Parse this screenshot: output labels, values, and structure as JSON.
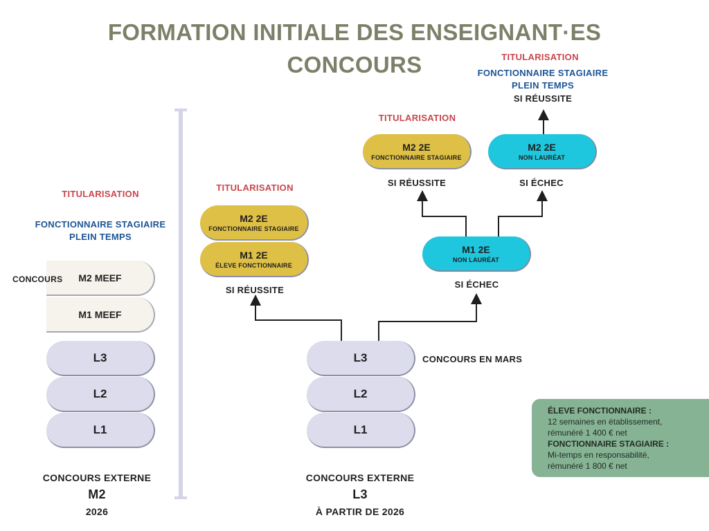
{
  "header": {
    "title_line1": "FORMATION INITIALE DES ENSEIGNANT·ES",
    "title_line2": "CONCOURS"
  },
  "left_path": {
    "titularisation": "TITULARISATION",
    "status_line1": "FONCTIONNAIRE STAGIAIRE",
    "status_line2": "PLEIN TEMPS",
    "concours_label": "CONCOURS",
    "m2": "M2 MEEF",
    "m1": "M1 MEEF",
    "l3": "L3",
    "l2": "L2",
    "l1": "L1",
    "caption_line1": "CONCOURS EXTERNE",
    "caption_line2": "M2",
    "caption_line3": "2026"
  },
  "right_path": {
    "l3": "L3",
    "l2": "L2",
    "l1": "L1",
    "concours_note": "CONCOURS EN MARS",
    "caption_line1": "CONCOURS EXTERNE",
    "caption_line2": "L3",
    "caption_line3": "À PARTIR DE 2026",
    "success_branch": {
      "titularisation": "TITULARISATION",
      "m2": "M2 2E",
      "m2_sub": "FONCTIONNAIRE STAGIAIRE",
      "m1": "M1 2E",
      "m1_sub": "ÉLEVE FONCTIONNAIRE",
      "condition": "SI RÉUSSITE"
    },
    "failure_branch": {
      "m1": "M1 2E",
      "m1_sub": "NON LAURÉAT",
      "condition": "SI ÉCHEC",
      "success": {
        "titularisation": "TITULARISATION",
        "m2": "M2 2E",
        "m2_sub": "FONCTIONNAIRE STAGIAIRE",
        "condition": "SI RÉUSSITE"
      },
      "failure": {
        "m2": "M2 2E",
        "m2_sub": "NON LAURÉAT",
        "condition": "SI ÉCHEC",
        "titularisation": "TITULARISATION",
        "status_line1": "FONCTIONNAIRE STAGIAIRE",
        "status_line2": "PLEIN TEMPS",
        "condition_top": "SI RÉUSSITE"
      }
    }
  },
  "legend": {
    "eleve_heading": "ÉLEVE FONCTIONNAIRE :",
    "eleve_line1": "12 semaines en établissement,",
    "eleve_line2": "rémunéré 1 400 € net",
    "stagiaire_heading": "FONCTIONNAIRE STAGIAIRE :",
    "stagiaire_line1": "Mi-temps en responsabilité,",
    "stagiaire_line2": "rémunéré 1 800 € net"
  },
  "colors": {
    "title": "#7d8068",
    "titularisation": "#c8464d",
    "status": "#1b5496",
    "lavender": "#dcdcec",
    "gold": "#dfc046",
    "cyan": "#1ec7de",
    "cream": "#f6f2ec",
    "legend_bg": "#86b394",
    "divider": "#d4d4e8"
  }
}
